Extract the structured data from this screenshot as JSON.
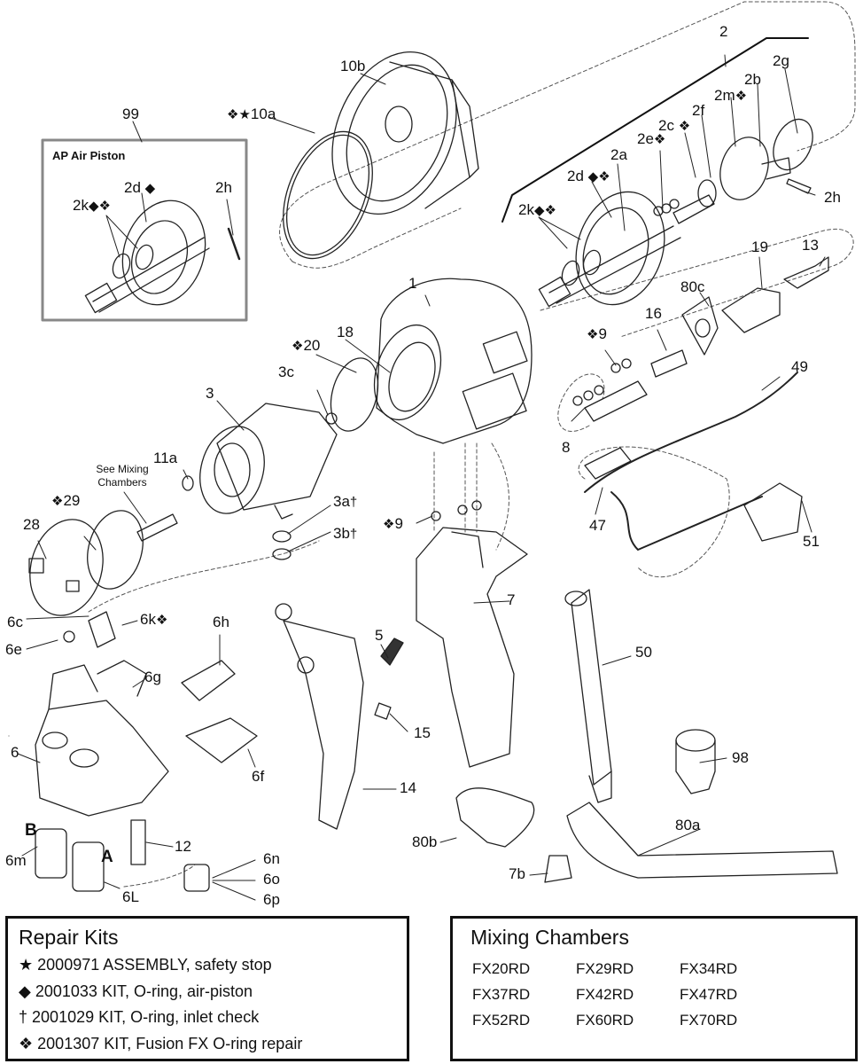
{
  "diagram": {
    "inset": {
      "title": "AP Air Piston",
      "ref": "99"
    },
    "labels": {
      "p99": "99",
      "p10a": "10a",
      "p10a_syms": "❖★",
      "p10b": "10b",
      "p2": "2",
      "p2g": "2g",
      "p2b": "2b",
      "p2m": "2m",
      "p2m_syms": "❖",
      "p2f": "2f",
      "p2c": "2c",
      "p2c_syms": "❖",
      "p2e": "2e",
      "p2e_syms": "❖",
      "p2a": "2a",
      "p2d": "2d",
      "p2d_syms": "◆❖",
      "p2k": "2k",
      "p2k_syms": "◆❖",
      "p2h": "2h",
      "inset_2d": "2d",
      "inset_2d_syms": "◆",
      "inset_2k": "2k",
      "inset_2k_syms": "◆❖",
      "inset_2h": "2h",
      "p13": "13",
      "p19": "19",
      "p1": "1",
      "p80c": "80c",
      "p16": "16",
      "p9a": "9",
      "p9a_syms": "❖",
      "p49": "49",
      "p8": "8",
      "p18": "18",
      "p20": "20",
      "p20_syms": "❖",
      "p3c": "3c",
      "p3": "3",
      "p11a": "11a",
      "see_mixing": "See Mixing Chambers",
      "p29": "29",
      "p29_syms": "❖",
      "p28": "28",
      "p3a": "3a",
      "p3a_syms": "†",
      "p3b": "3b",
      "p3b_syms": "†",
      "p9b": "9",
      "p9b_syms": "❖",
      "p47": "47",
      "p51": "51",
      "p7": "7",
      "p6c": "6c",
      "p6k": "6k",
      "p6k_syms": "❖",
      "p6e": "6e",
      "p6h": "6h",
      "p6g": "6g",
      "p5": "5",
      "p50": "50",
      "p15": "15",
      "p6": "6",
      "p6f": "6f",
      "p14": "14",
      "p98": "98",
      "p80b": "80b",
      "p80a": "80a",
      "B": "B",
      "A": "A",
      "p6m": "6m",
      "p12": "12",
      "p6n": "6n",
      "p6o": "6o",
      "p6p": "6p",
      "p6L": "6L",
      "p7b": "7b"
    }
  },
  "repair_kits": {
    "title": "Repair Kits",
    "items": [
      {
        "symbol": "★",
        "part": "2000971",
        "description": "ASSEMBLY, safety stop"
      },
      {
        "symbol": "◆",
        "part": "2001033",
        "description": "KIT, O-ring, air-piston"
      },
      {
        "symbol": "†",
        "part": "2001029",
        "description": "KIT, O-ring, inlet check"
      },
      {
        "symbol": "❖",
        "part": "2001307",
        "description": "KIT, Fusion FX O-ring repair"
      }
    ]
  },
  "mixing_chambers": {
    "title": "Mixing Chambers",
    "models": [
      "FX20RD",
      "FX29RD",
      "FX34RD",
      "FX37RD",
      "FX42RD",
      "FX47RD",
      "FX52RD",
      "FX60RD",
      "FX70RD"
    ]
  }
}
